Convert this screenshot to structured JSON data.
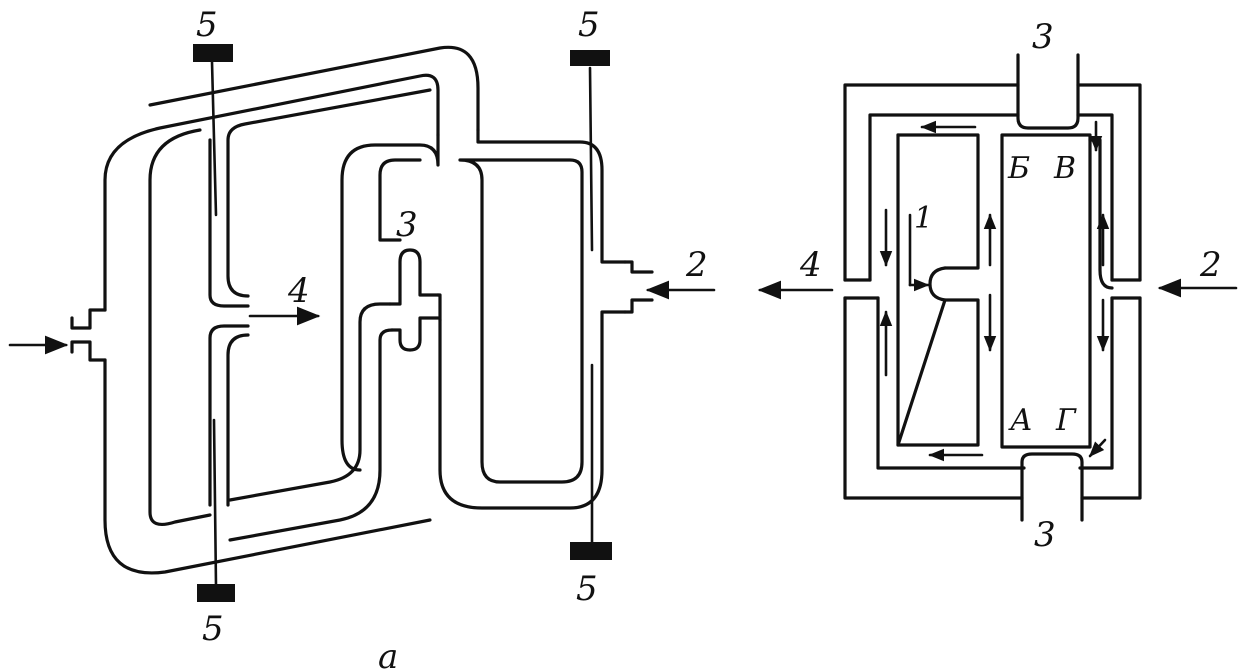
{
  "figure_a": {
    "port_labels": {
      "bias_top_left": "5",
      "bias_top_right": "5",
      "bias_bottom_left": "5",
      "bias_bottom_right": "5",
      "center": "3",
      "output": "4",
      "input_right": "2"
    },
    "caption": "а"
  },
  "figure_b": {
    "port_labels": {
      "top": "3",
      "bottom": "3",
      "output": "4",
      "input": "2",
      "inner": "1"
    },
    "node_labels": {
      "b": "Б",
      "v": "В",
      "a": "А",
      "g": "Г"
    }
  },
  "colors": {
    "ink": "#111111",
    "background": "#ffffff"
  }
}
